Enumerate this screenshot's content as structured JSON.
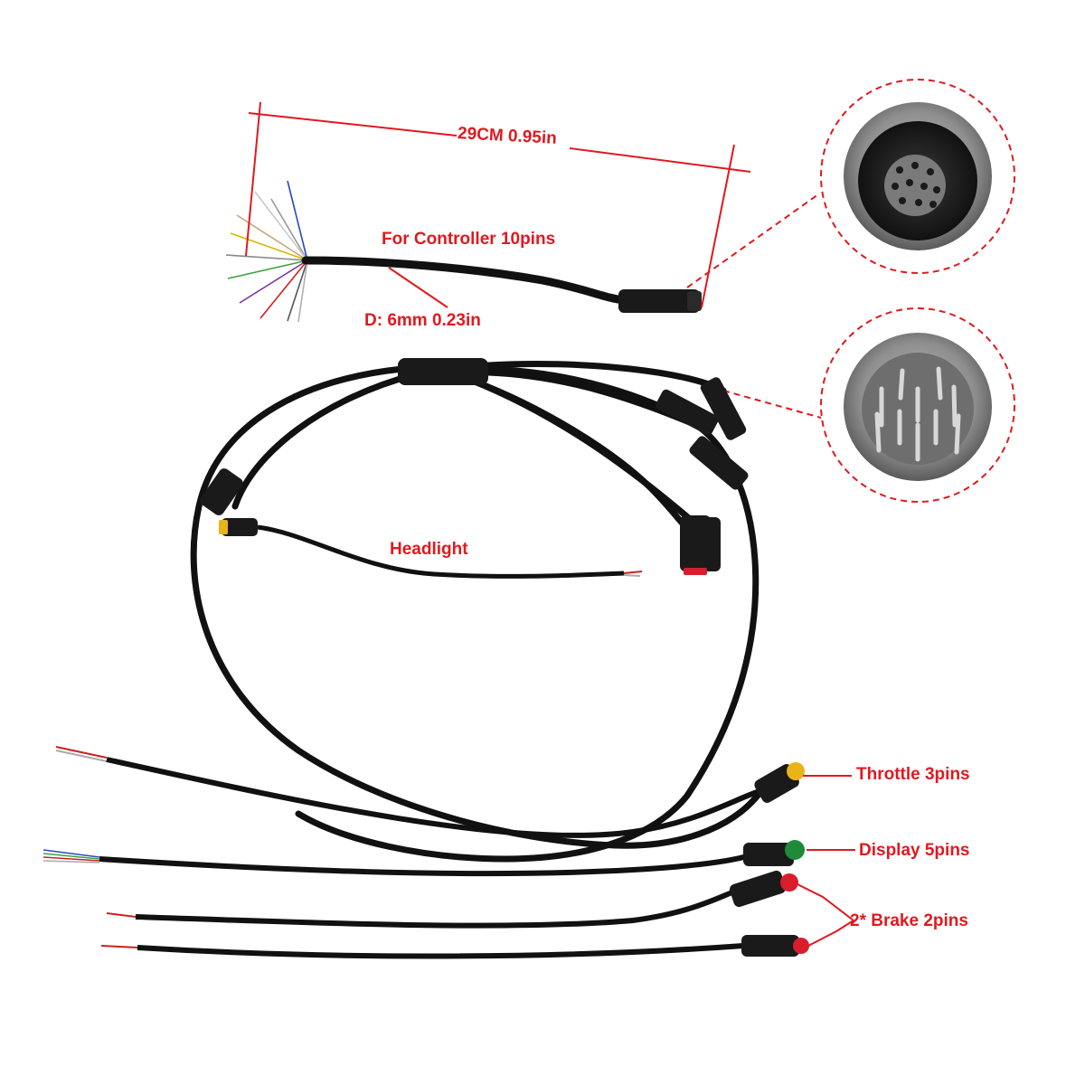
{
  "colors": {
    "annotation": "#e0191f",
    "cable": "#111111",
    "connector": "#1a1a1a",
    "cap_yellow": "#e9b419",
    "cap_green": "#1e8a3a",
    "cap_red": "#d81e2c",
    "metal": "#8a8a8a"
  },
  "labels": {
    "length": "29CM 0.95in",
    "controller": "For Controller 10pins",
    "diameter": "D: 6mm 0.23in",
    "headlight": "Headlight",
    "throttle": "Throttle 3pins",
    "display": "Display 5pins",
    "brake": "2* Brake 2pins"
  },
  "icons": {
    "female_socket": "female-socket-closeup",
    "male_plug": "male-plug-closeup"
  }
}
